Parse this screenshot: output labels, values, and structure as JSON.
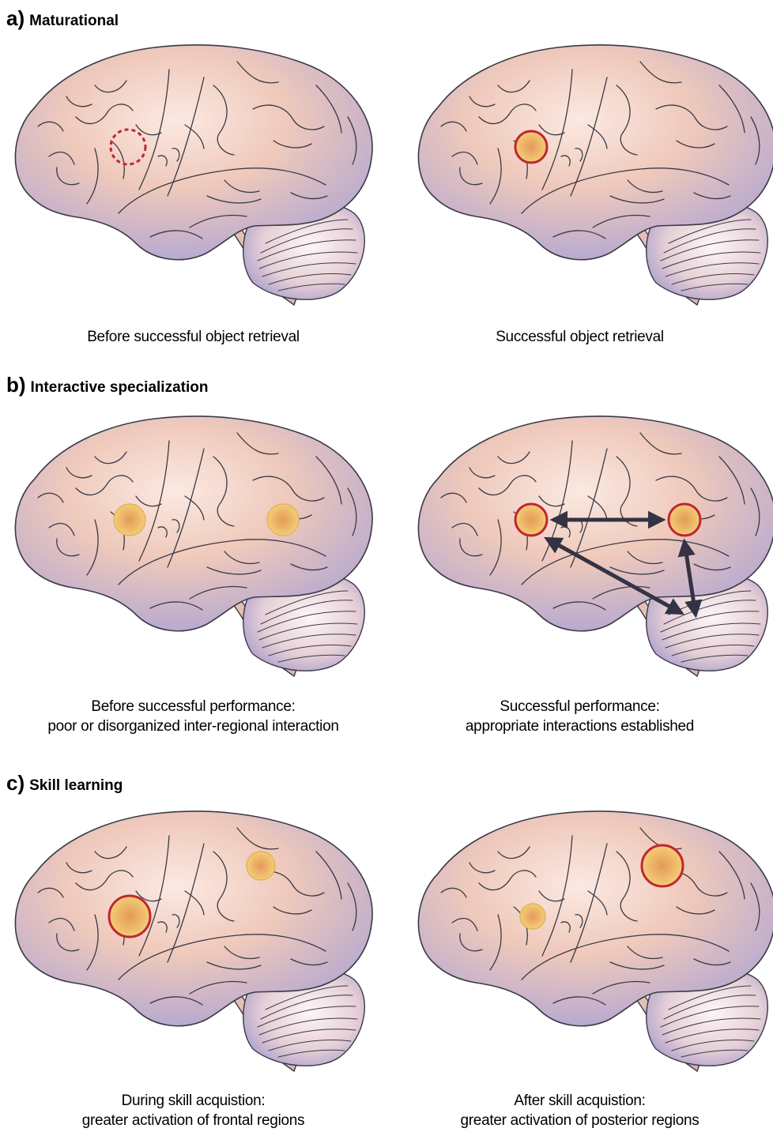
{
  "sections": [
    {
      "letter": "a)",
      "title": "Maturational",
      "panels": [
        {
          "caption": [
            "Before successful object retrieval"
          ]
        },
        {
          "caption": [
            "Successful object retrieval"
          ]
        }
      ]
    },
    {
      "letter": "b)",
      "title": "Interactive specialization",
      "panels": [
        {
          "caption": [
            "Before successful performance:",
            "poor or disorganized inter-regional interaction"
          ]
        },
        {
          "caption": [
            "Successful performance:",
            "appropriate interactions established"
          ]
        }
      ]
    },
    {
      "letter": "c)",
      "title": "Skill learning",
      "panels": [
        {
          "caption": [
            "During skill acquistion:",
            "greater activation of frontal regions"
          ]
        },
        {
          "caption": [
            "After skill acquistion:",
            "greater activation of posterior regions"
          ]
        }
      ]
    }
  ],
  "colors": {
    "brain_pink": "#f1c9b8",
    "brain_lavender": "#b3a7d3",
    "gyri_line": "#3a3a45",
    "region_fill": "#f2c26a",
    "region_core": "#e39a58",
    "active_outline": "#c0262f",
    "inactive_outline": "#e0b45c",
    "arrow": "#333344"
  }
}
